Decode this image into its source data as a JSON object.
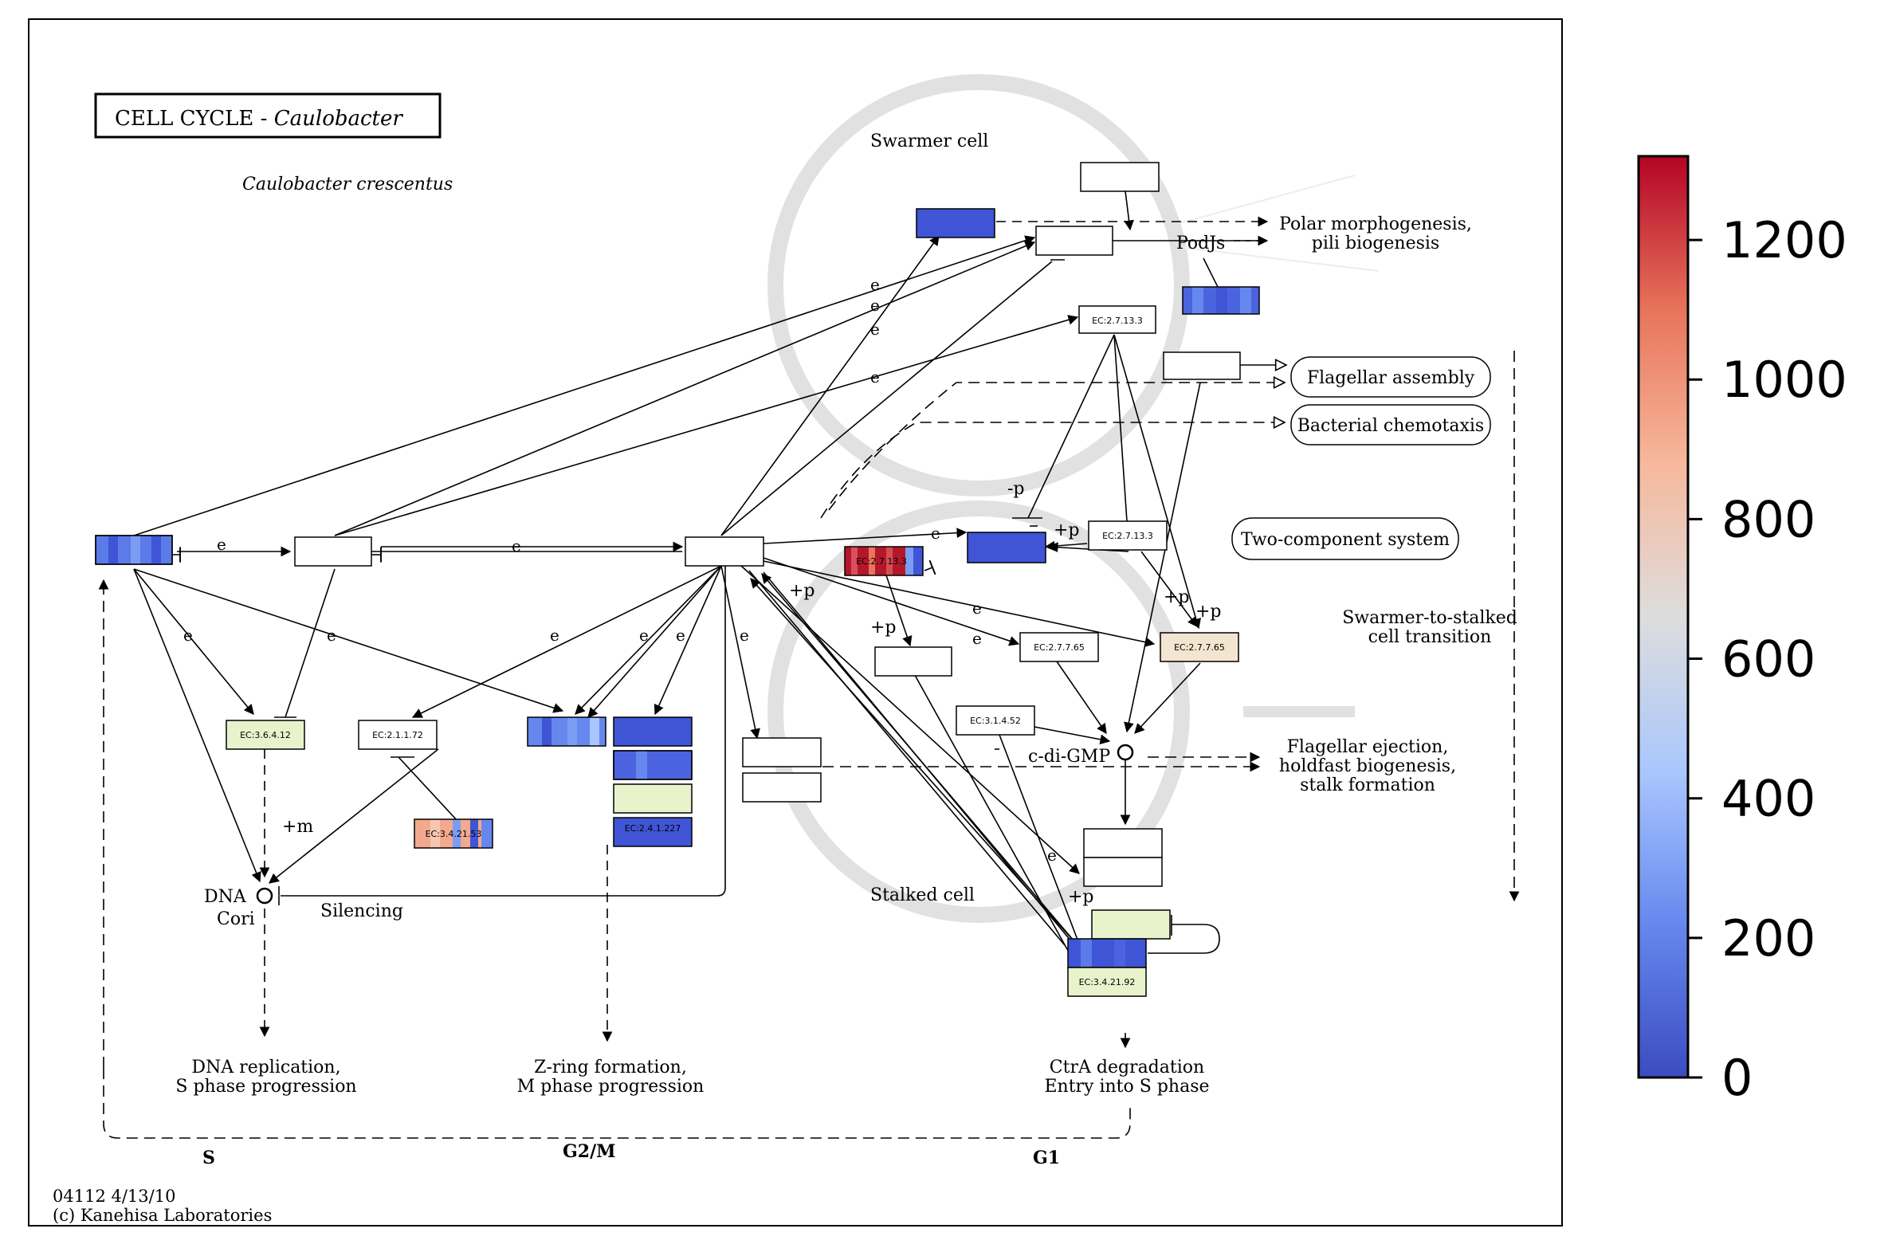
{
  "title": {
    "main": "CELL CYCLE - ",
    "organism_italic": "Caulobacter"
  },
  "species": "Caulobacter crescentus",
  "footer": {
    "map_id": "04112 4/13/10",
    "copyright": "(c) Kanehisa Laboratories"
  },
  "cells": {
    "swarmer": "Swarmer cell",
    "stalked": "Stalked cell"
  },
  "ec_labels": {
    "ec_3_6_4_12": "EC:3.6.4.12",
    "ec_2_1_1_72": "EC:2.1.1.72",
    "ec_3_4_21_53": "EC:3.4.21.53",
    "ec_2_4_1_227": "EC:2.4.1.227",
    "ec_2_7_13_3_a": "EC:2.7.13.3",
    "ec_2_7_13_3_b": "EC:2.7.13.3",
    "ec_2_7_13_3_c": "EC:2.7.13.3",
    "ec_2_7_7_65_a": "EC:2.7.7.65",
    "ec_2_7_7_65_b": "EC:2.7.7.65",
    "ec_3_1_4_52": "EC:3.1.4.52",
    "ec_3_4_21_92": "EC:3.4.21.92"
  },
  "outcomes": {
    "polar_1": "Polar morphogenesis,",
    "polar_2": "pili biogenesis",
    "flagellar_ejection_1": "Flagellar ejection,",
    "flagellar_ejection_2": "holdfast biogenesis,",
    "flagellar_ejection_3": "stalk formation",
    "swarmer_to_stalked_1": "Swarmer-to-stalked",
    "swarmer_to_stalked_2": "cell transition",
    "dna_rep_1": "DNA replication,",
    "dna_rep_2": "S phase progression",
    "zring_1": "Z-ring formation,",
    "zring_2": "M phase progression",
    "ctra_1": "CtrA degradation",
    "ctra_2": "Entry into S phase"
  },
  "pathways": {
    "flagellar_assembly": "Flagellar assembly",
    "bacterial_chemotaxis": "Bacterial chemotaxis",
    "two_component": "Two-component system"
  },
  "labels": {
    "podjs": "PodJs",
    "dna": "DNA",
    "cori": "Cori",
    "silencing": "Silencing",
    "cdigmp": "c-di-GMP",
    "plus_m": "+m",
    "minus_p": "-p",
    "plus_p": "+p",
    "e": "e"
  },
  "phases": {
    "s": "S",
    "g2m": "G2/M",
    "g1": "G1"
  },
  "colorbar": {
    "min": 0,
    "max": 1320,
    "ticks": [
      0,
      200,
      400,
      600,
      800,
      1000,
      1200
    ],
    "colormap": "coolwarm",
    "stops": [
      "#3b4cc0",
      "#6688ee",
      "#aac7fd",
      "#dddddd",
      "#f7b89c",
      "#e7745b",
      "#b40426"
    ]
  },
  "colors": {
    "blue_dark": "#3f55d6",
    "blue_mid": "#5a7be8",
    "blue_light": "#7b9cf3",
    "red_dark": "#b5172a",
    "green_light": "#e8f3cc",
    "beige": "#f3e5cf",
    "salmon": "#f2a98e"
  }
}
